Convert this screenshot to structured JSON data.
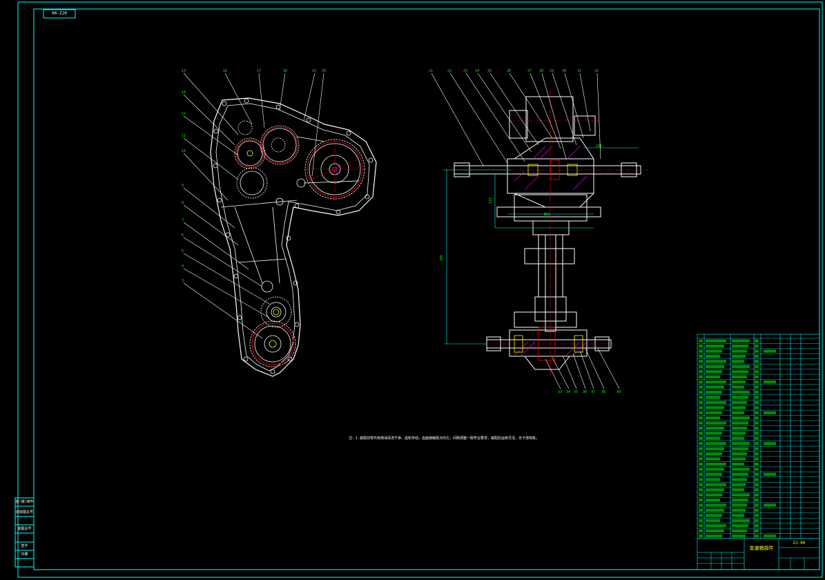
{
  "document": {
    "corner_tag": "00-ZJ0",
    "technical_note": "注：1.装配前零件用煤油清洗干净，齿轮传动，齿面接触斑点均匀，间隙调整一致符合要求，装配后运转灵活，无卡滞现象。",
    "side_stamp": [
      "借(通)用件登记",
      "旧底图总号",
      "底图总号",
      "签字",
      "日期"
    ],
    "title_block": {
      "part_name": "变速箱部件",
      "drawing_code": "ZJ-00"
    }
  },
  "colors": {
    "background": "#000000",
    "frame": "#00ffff",
    "outline": "#ffffff",
    "dimension": "#00ff00",
    "centerline": "#ff0000",
    "hatch": "#ff00ff",
    "leader": "#ffffff",
    "title_text": "#ffff00"
  }
}
